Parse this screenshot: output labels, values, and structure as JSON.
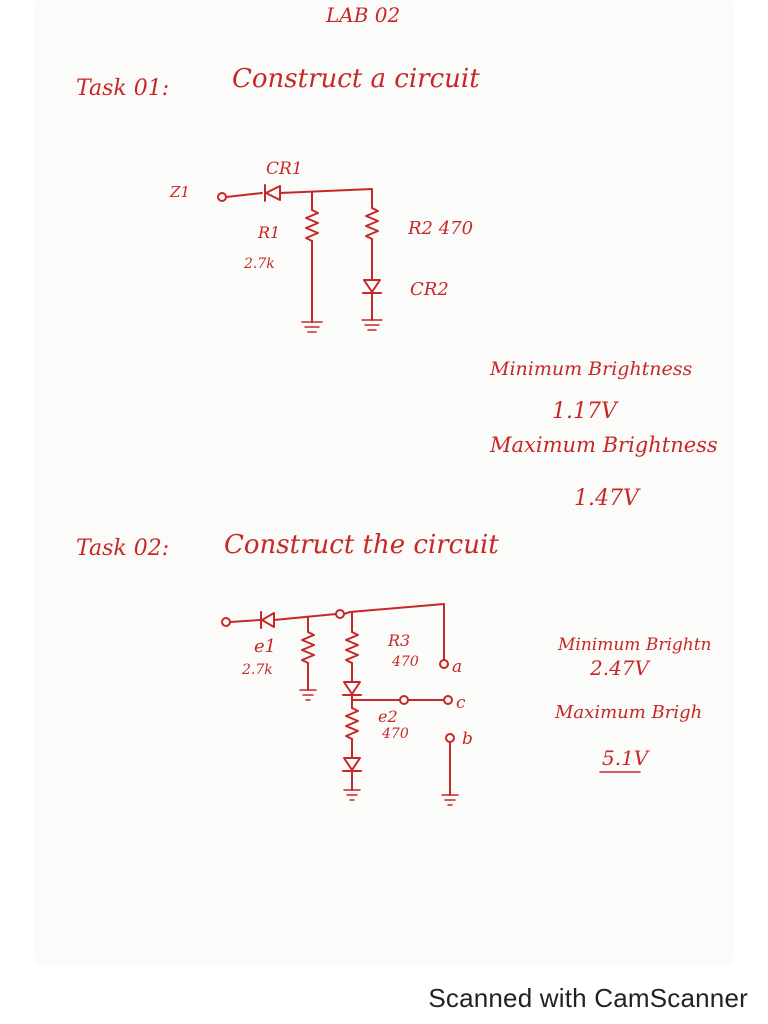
{
  "header": {
    "title": "LAB 02"
  },
  "task1": {
    "label": "Task 01:",
    "heading": "Construct a circuit",
    "input_label": "Z1",
    "cr1": "CR1",
    "r1": "R1",
    "r1_value": "2.7k",
    "r2": "R2 470",
    "cr2": "CR2",
    "min_label": "Minimum Brightness",
    "min_value": "1.17V",
    "max_label": "Maximum Brightness",
    "max_value": "1.47V"
  },
  "task2": {
    "label": "Task 02:",
    "heading": "Construct the circuit",
    "r1": "e1",
    "r1_value": "2.7k",
    "r3": "R3",
    "r3_value": "470",
    "r2": "e2",
    "r2_value": "470",
    "node_a": "a",
    "node_b": "b",
    "node_c": "c",
    "min_label": "Minimum Brightn",
    "min_value": "2.47V",
    "max_label": "Maximum Brigh",
    "max_value": "5.1V"
  },
  "footer": {
    "text": "Scanned with CamScanner"
  },
  "colors": {
    "ink": "#c62828",
    "paper": "#fbfbfa",
    "footer": "#222222"
  }
}
